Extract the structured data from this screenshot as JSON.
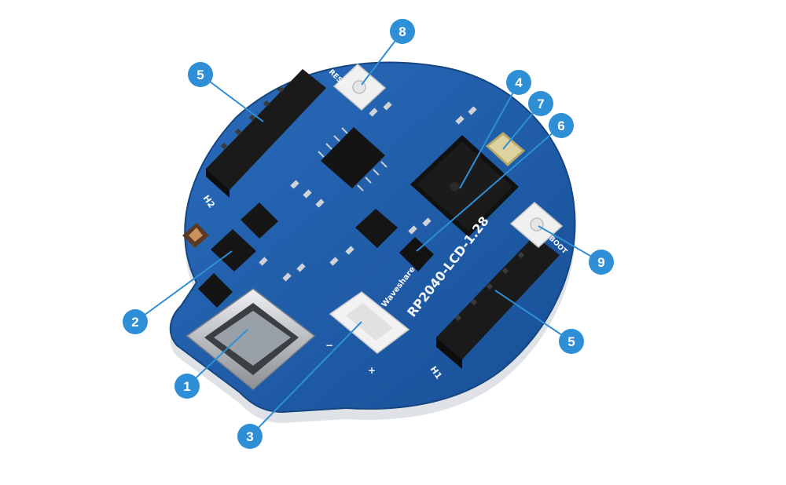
{
  "colors": {
    "board": "#1e5aa6",
    "board_edge": "#153f7a",
    "callout": "#2f8fd6",
    "header": "#1a1a1a",
    "chip": "#151515",
    "pin": "#c9ccd0"
  },
  "board": {
    "silkscreen_model": "RP2040-LCD-1.28",
    "brand": "Waveshare",
    "header_left_label": "H2",
    "header_right_label": "H1",
    "button_top_label": "RESET",
    "button_right_label": "BOOT",
    "battery_plus": "+",
    "battery_minus": "−"
  },
  "callouts": [
    {
      "id": "c1",
      "label": "1",
      "icon": "usb-c-port"
    },
    {
      "id": "c2",
      "label": "2",
      "icon": "charger-chip"
    },
    {
      "id": "c3",
      "label": "3",
      "icon": "battery-connector"
    },
    {
      "id": "c4",
      "label": "4",
      "icon": "rp2040-mcu"
    },
    {
      "id": "c5a",
      "label": "5",
      "icon": "pin-header-h2"
    },
    {
      "id": "c5b",
      "label": "5",
      "icon": "pin-header-h1"
    },
    {
      "id": "c6",
      "label": "6",
      "icon": "imu-chip"
    },
    {
      "id": "c7",
      "label": "7",
      "icon": "crystal"
    },
    {
      "id": "c8",
      "label": "8",
      "icon": "reset-button"
    },
    {
      "id": "c9",
      "label": "9",
      "icon": "boot-button"
    }
  ]
}
